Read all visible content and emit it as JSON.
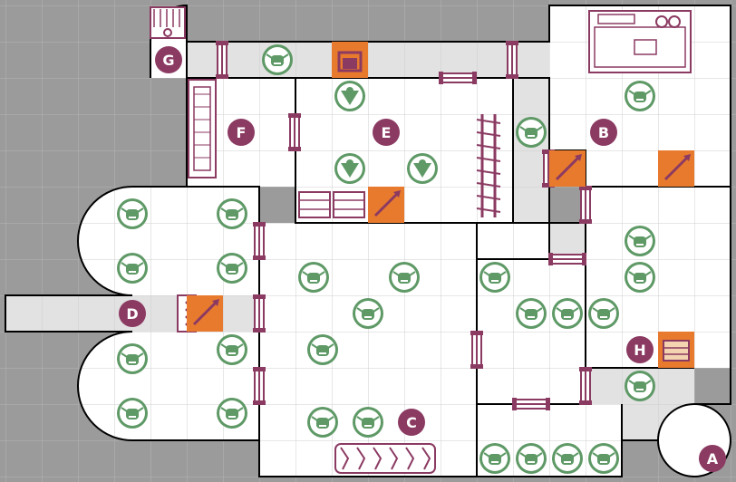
{
  "map": {
    "colors": {
      "outside": "#9b9b9b",
      "room_floor": "#ffffff",
      "corridor_floor": "#e2e2e2",
      "grid_line": "#cfcfcf",
      "wall": "#000000",
      "accent": "#8b3a62",
      "marker": "#8b3a62",
      "monster": "#5e9966",
      "trap": "#e87a2e"
    },
    "labels": [
      {
        "id": "A",
        "text": "A"
      },
      {
        "id": "B",
        "text": "B"
      },
      {
        "id": "C",
        "text": "C"
      },
      {
        "id": "D",
        "text": "D"
      },
      {
        "id": "E",
        "text": "E"
      },
      {
        "id": "F",
        "text": "F"
      },
      {
        "id": "G",
        "text": "G"
      },
      {
        "id": "H",
        "text": "H"
      }
    ],
    "icon_names": {
      "monster": "goblin-icon",
      "gargoyle": "gargoyle-icon",
      "door": "door-icon",
      "trap": "trap-icon",
      "chest": "chest-icon",
      "table": "table-icon",
      "bookshelf": "bookshelf-icon",
      "weapon_rack": "weapon-rack-icon",
      "fireplace": "fireplace-icon",
      "rubble": "rubble-icon"
    }
  }
}
